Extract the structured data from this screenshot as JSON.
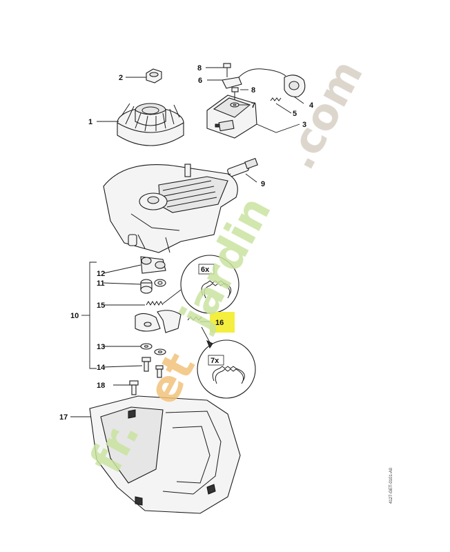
{
  "diagram": {
    "callouts": {
      "c1": "1",
      "c2": "2",
      "c3": "3",
      "c4": "4",
      "c5": "5",
      "c6": "6",
      "c7": "7",
      "c8a": "8",
      "c8b": "8",
      "c9": "9",
      "c10": "10",
      "c11": "11",
      "c12": "12",
      "c13": "13",
      "c14": "14",
      "c15": "15",
      "c16": "16",
      "c17": "17",
      "c18": "18"
    },
    "insets": {
      "spring_upper_qty": "6x",
      "spring_lower_qty": "7x"
    },
    "reference_code": "4127-GET-0101-A0",
    "watermark": {
      "part1": "fr.",
      "part2": "et",
      "part3": "jardin",
      "part4": ".com",
      "colors": {
        "green": "#c9e3a0",
        "grey": "#d6cfc4",
        "orange": "#f2c27a"
      }
    },
    "highlight_color": "#f4ee3e"
  }
}
